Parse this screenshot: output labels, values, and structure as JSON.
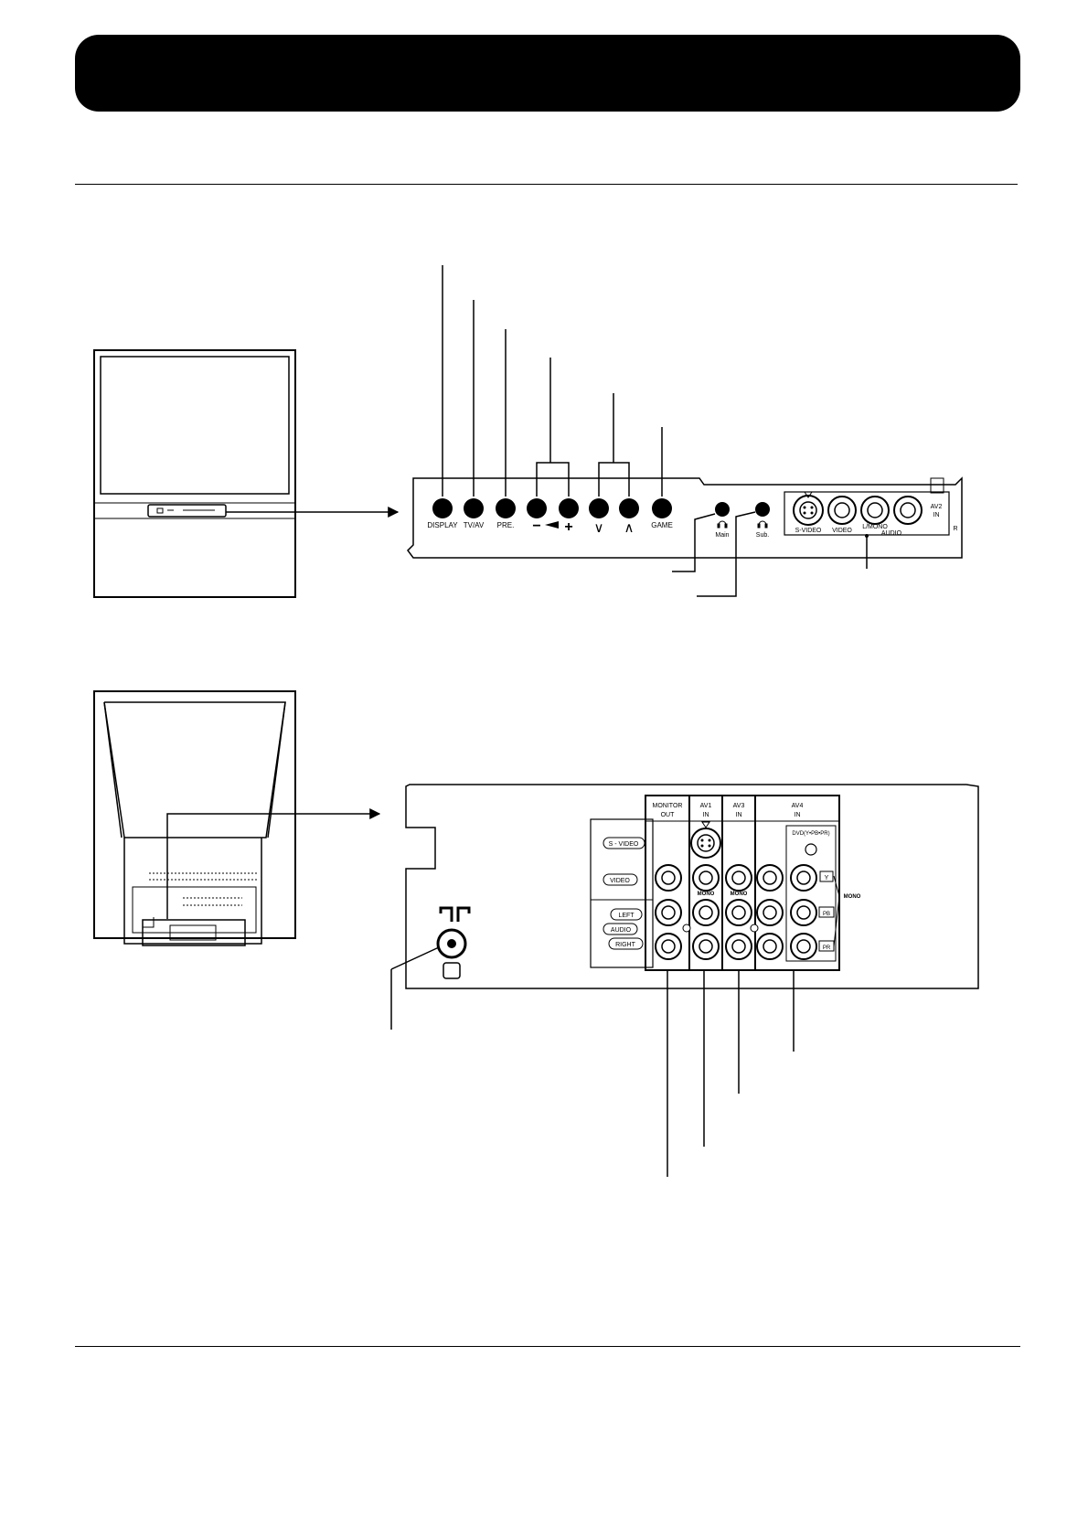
{
  "front_panel": {
    "buttons": [
      {
        "label": "DISPLAY"
      },
      {
        "label": "TV/AV"
      },
      {
        "label": "PRE."
      },
      {
        "label": "−"
      },
      {
        "label": "+"
      },
      {
        "label": "∨"
      },
      {
        "label": "∧"
      },
      {
        "label": "GAME"
      }
    ],
    "headphone_labels": {
      "main": "Main",
      "sub": "Sub."
    },
    "av2": {
      "s_video": "S-VIDEO",
      "video": "VIDEO",
      "lmono": "L/MONO",
      "audio": "AUDIO",
      "av2": "AV2",
      "in": "IN",
      "r": "R"
    }
  },
  "rear_panel": {
    "row_labels": {
      "s_video": "S - VIDEO",
      "video": "VIDEO",
      "left": "LEFT",
      "audio": "AUDIO",
      "right": "RIGHT"
    },
    "columns": [
      {
        "line1": "MONITOR",
        "line2": "OUT"
      },
      {
        "line1": "AV1",
        "line2": "IN"
      },
      {
        "line1": "AV3",
        "line2": "IN"
      },
      {
        "line1": "AV4",
        "line2": "IN"
      }
    ],
    "mono_labels": [
      "MONO",
      "MONO"
    ],
    "dvd_label": "DVD(Y•PB•PR)",
    "component_labels": [
      "Y",
      "PB",
      "PR"
    ],
    "av4_mono": "MONO"
  }
}
